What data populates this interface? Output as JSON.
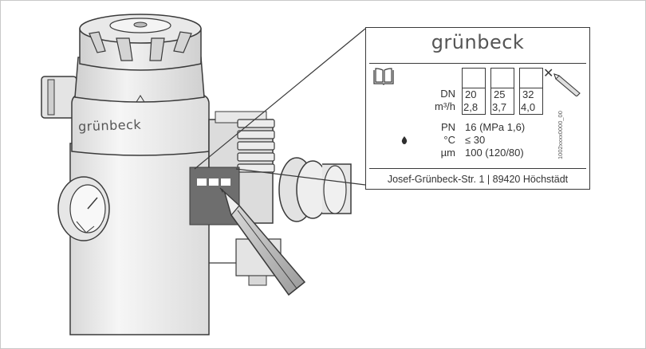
{
  "device": {
    "brand_text": "grünbeck"
  },
  "plate": {
    "brand": "grünbeck",
    "dn_label": "DN",
    "flow_label": "m³/h",
    "dn_values": [
      "20",
      "25",
      "32"
    ],
    "flow_values": [
      "2,8",
      "3,7",
      "4,0"
    ],
    "pn_label": "PN",
    "pn_value": "16 (MPa 1,6)",
    "temp_label": "°C",
    "temp_value": "≤ 30",
    "micron_label": "µm",
    "micron_value": "100 (120/80)",
    "serial": "1002xxxx0000_00",
    "address": "Josef-Grünbeck-Str. 1 | 89420 Höchstädt",
    "mark_symbol": "✕"
  },
  "colors": {
    "line": "#3a3a3a",
    "body_fill": "#eeeeee",
    "label_dark": "#6e6e6e"
  }
}
